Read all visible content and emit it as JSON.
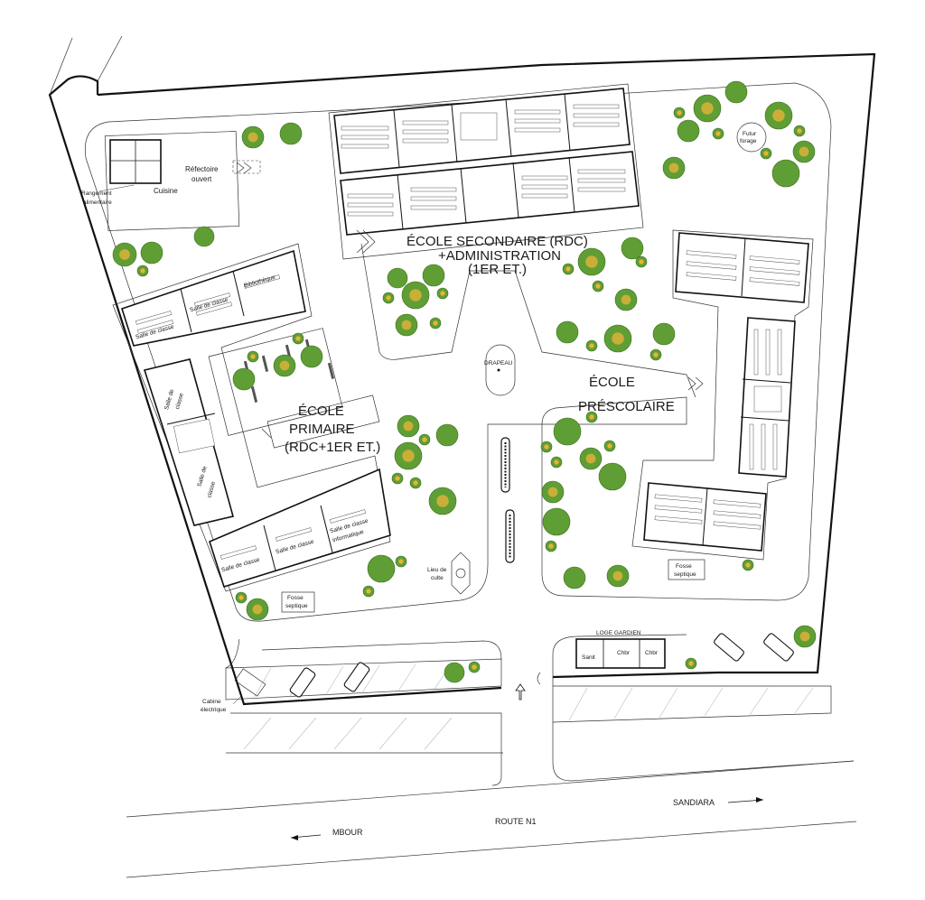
{
  "labels": {
    "secondary": [
      "ÉCOLE SECONDAIRE (RDC)",
      "+ADMINISTRATION",
      "(1ER ET.)"
    ],
    "primary": [
      "ÉCOLE",
      "PRIMAIRE",
      "(RDC+1ER ET.)"
    ],
    "prescolaire": [
      "ÉCOLE",
      "PRÉSCOLAIRE"
    ],
    "refectoire": [
      "Réfectoire",
      "ouvert"
    ],
    "cuisine": "Cuisine",
    "rangement": [
      "Rangement",
      "alimentaire"
    ],
    "bibliotheque": "Bibliothèque",
    "salle_classe": "Salle de classe",
    "salle_classe_split": [
      "Salle de",
      "classe"
    ],
    "salle_info": [
      "Salle de classe",
      "informatique"
    ],
    "drapeau": "DRAPEAU",
    "lieu_culte": [
      "Lieu de",
      "culte"
    ],
    "fosse": [
      "Fosse",
      "septique"
    ],
    "forage": [
      "Futur",
      "forage"
    ],
    "loge": "LOGE GARDIEN",
    "sanit": "Sanit",
    "chbr": "Chbr",
    "cabine": [
      "Cabine",
      "électrique"
    ],
    "route": "ROUTE N1",
    "mbour": "MBOUR",
    "sandiara": "SANDIARA"
  },
  "colors": {
    "tree_green": "#5f9e34",
    "tree_center": "#e4b33a",
    "wall": "#111111"
  }
}
